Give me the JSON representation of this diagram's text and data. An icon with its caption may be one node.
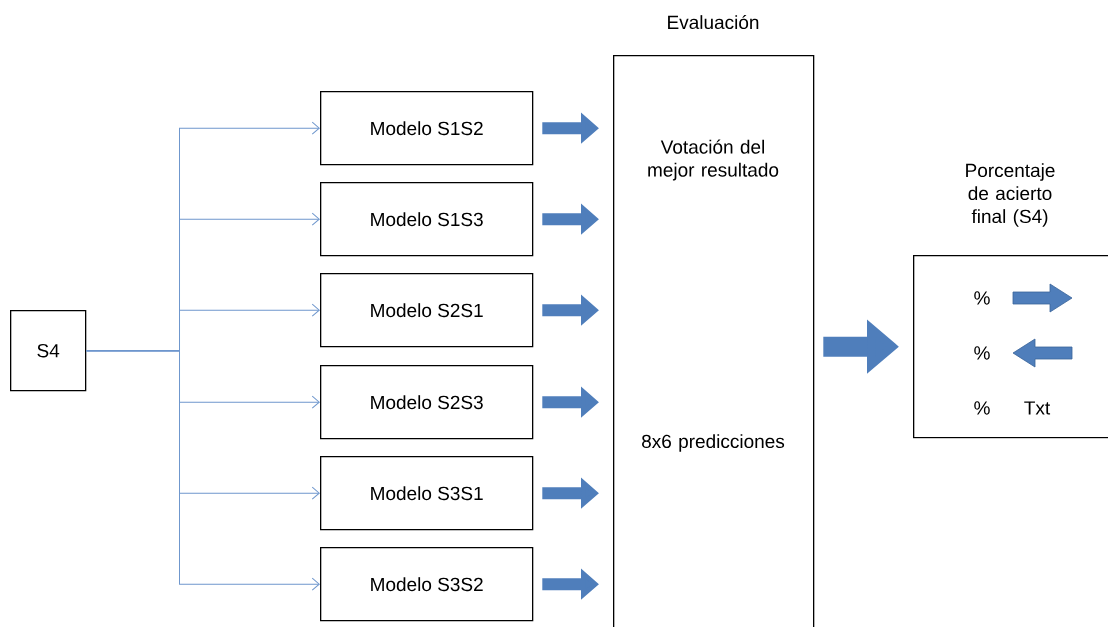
{
  "diagram": {
    "nodes": [
      {
        "text": [
          "S4"
        ]
      },
      {
        "text": [
          "Modelo S1S2"
        ]
      },
      {
        "text": [
          "Modelo S1S3"
        ]
      },
      {
        "text": [
          "Modelo S2S1"
        ]
      },
      {
        "text": [
          "Modelo S2S3"
        ]
      },
      {
        "text": [
          "Modelo S3S1"
        ]
      },
      {
        "text": [
          "Modelo S3S2"
        ]
      },
      {
        "text": [
          "Evaluación",
          "Votación del mejor resultado",
          "8x6 predicciones"
        ]
      },
      {
        "text": [
          "Porcentaje de acierto final (S4)",
          "%",
          "%",
          "%",
          "Txt"
        ]
      }
    ],
    "edges": [
      {
        "from": 0,
        "to": 1,
        "arrow": "to",
        "color": "#6f97cd"
      },
      {
        "from": 0,
        "to": 2,
        "arrow": "to",
        "color": "#6f97cd"
      },
      {
        "from": 0,
        "to": 3,
        "arrow": "to",
        "color": "#6f97cd"
      },
      {
        "from": 0,
        "to": 4,
        "arrow": "to",
        "color": "#6f97cd"
      },
      {
        "from": 0,
        "to": 5,
        "arrow": "to",
        "color": "#6f97cd"
      },
      {
        "from": 0,
        "to": 6,
        "arrow": "to",
        "color": "#6f97cd"
      },
      {
        "from": 1,
        "to": 7,
        "arrow": "to"
      },
      {
        "from": 2,
        "to": 7,
        "arrow": "to"
      },
      {
        "from": 3,
        "to": 7,
        "arrow": "to"
      },
      {
        "from": 4,
        "to": 7,
        "arrow": "to"
      },
      {
        "from": 5,
        "to": 7,
        "arrow": "to"
      },
      {
        "from": 6,
        "to": 7,
        "arrow": "to"
      },
      {
        "from": 7,
        "to": 8,
        "arrow": "to"
      }
    ]
  }
}
